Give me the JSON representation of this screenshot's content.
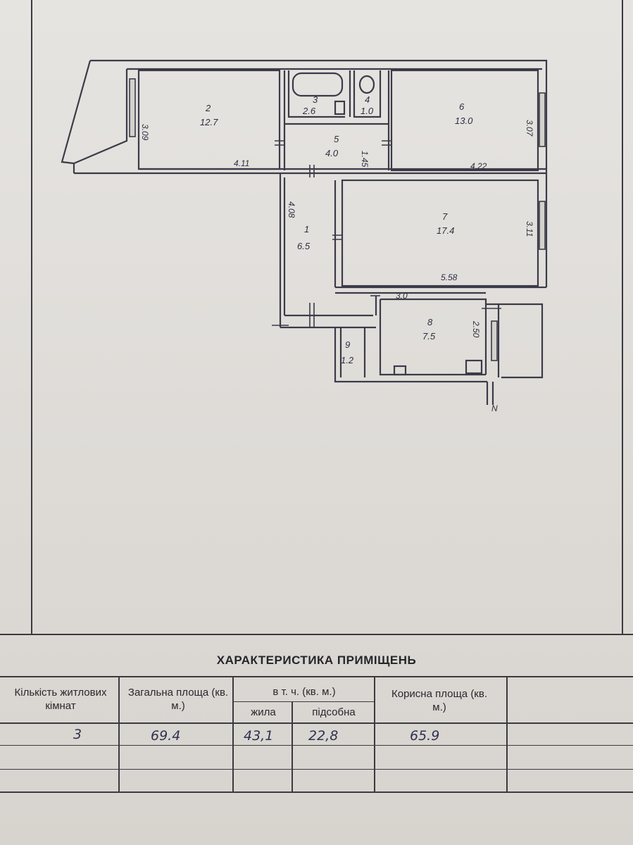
{
  "plan": {
    "rooms": [
      {
        "id": "1",
        "area": "6.5"
      },
      {
        "id": "2",
        "area": "12.7"
      },
      {
        "id": "3",
        "area": "2.6"
      },
      {
        "id": "4",
        "area": "1.0"
      },
      {
        "id": "5",
        "area": "4.0"
      },
      {
        "id": "6",
        "area": "13.0"
      },
      {
        "id": "7",
        "area": "17.4"
      },
      {
        "id": "8",
        "area": "7.5"
      },
      {
        "id": "9",
        "area": "1.2"
      }
    ],
    "dimensions": {
      "room2_height": "3.09",
      "room2_width": "4.11",
      "room5_height": "1.45",
      "room6_height": "3.07",
      "room6_width": "4.22",
      "room1_length": "4.08",
      "room7_height": "3.11",
      "room7_width": "5.58",
      "room8_width": "3.0",
      "room8_height": "2.50"
    },
    "north_mark": "N"
  },
  "table": {
    "title": "ХАРАКТЕРИСТИКА ПРИМІЩЕНЬ",
    "headers": {
      "rooms_count": "Кількість житлових кімнат",
      "total_area": "Загальна площа (кв. м.)",
      "incl": "в т. ч. (кв. м.)",
      "living": "жила",
      "auxiliary": "підсобна",
      "useful_area": "Корисна площа (кв. м.)"
    },
    "values": {
      "rooms_count": "3",
      "total_area": "69.4",
      "living": "43,1",
      "auxiliary": "22,8",
      "useful_area": "65.9"
    }
  }
}
